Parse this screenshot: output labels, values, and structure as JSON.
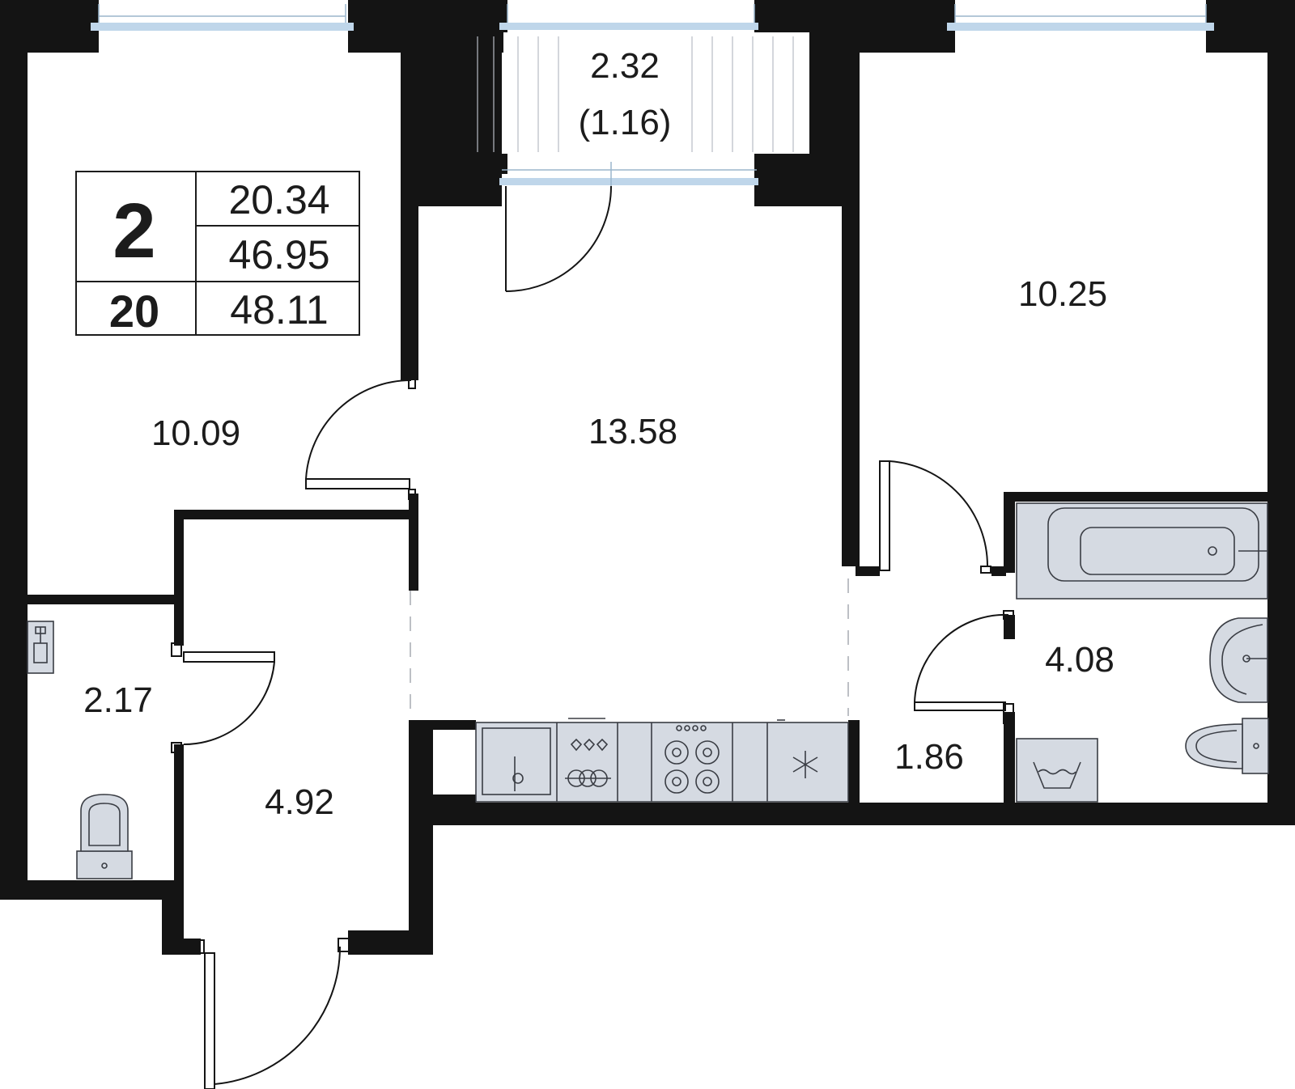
{
  "summary": {
    "rooms_count": "2",
    "floor": "20",
    "living_area": "20.34",
    "total_area": "46.95",
    "total_area_with_balcony": "48.11"
  },
  "rooms": {
    "bedroom_left": "10.09",
    "living_kitchen": "13.58",
    "bedroom_right": "10.25",
    "balcony_area": "2.32",
    "balcony_reduced": "(1.16)",
    "bathroom": "4.08",
    "hall": "1.86",
    "wc": "2.17",
    "entrance": "4.92"
  },
  "colors": {
    "wall": "#141414",
    "window_glass": "#bfd6ea",
    "fixture_fill": "#d5dae2"
  }
}
